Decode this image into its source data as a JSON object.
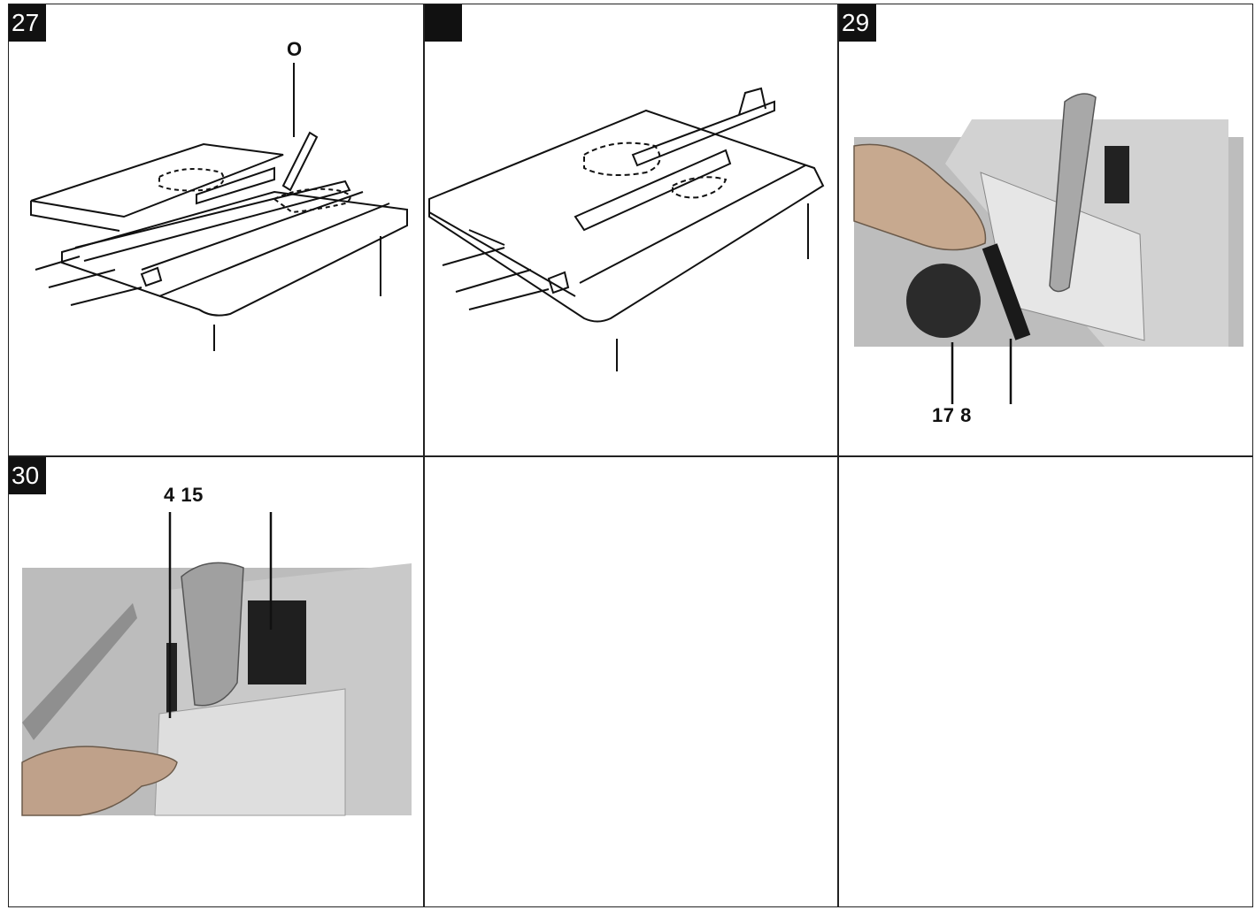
{
  "panels": [
    {
      "number": "27",
      "callouts": [
        "O"
      ]
    },
    {
      "number": "",
      "callouts": []
    },
    {
      "number": "29",
      "callouts": [
        "17 8"
      ]
    },
    {
      "number": "30",
      "callouts": [
        "4 15"
      ]
    },
    {
      "number": "",
      "callouts": []
    },
    {
      "number": "",
      "callouts": []
    }
  ]
}
